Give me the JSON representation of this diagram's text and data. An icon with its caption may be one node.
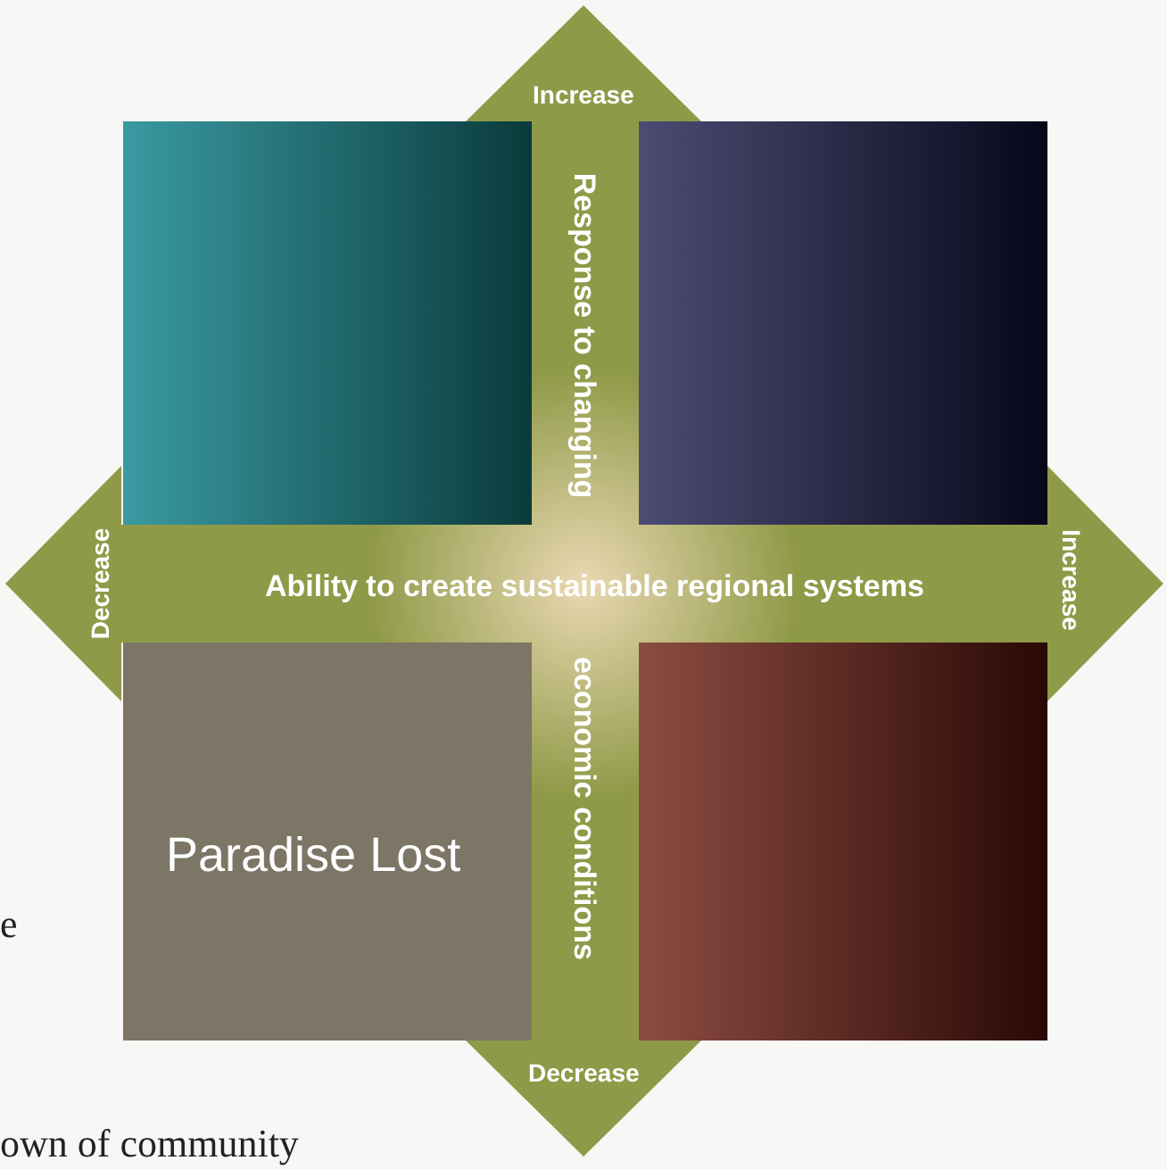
{
  "diagram": {
    "nodes": [
      {
        "text": [],
        "shape": "box"
      },
      {
        "text": [],
        "shape": "box"
      },
      {
        "text": [
          "Paradise Lost"
        ]
      },
      {
        "text": [],
        "shape": "box"
      }
    ],
    "labels": [
      "Increase",
      "Response to changing",
      "Decrease",
      "Ability to create sustainable regional systems",
      "Increase",
      "economic conditions",
      "e",
      "Decrease",
      "own of community"
    ]
  }
}
